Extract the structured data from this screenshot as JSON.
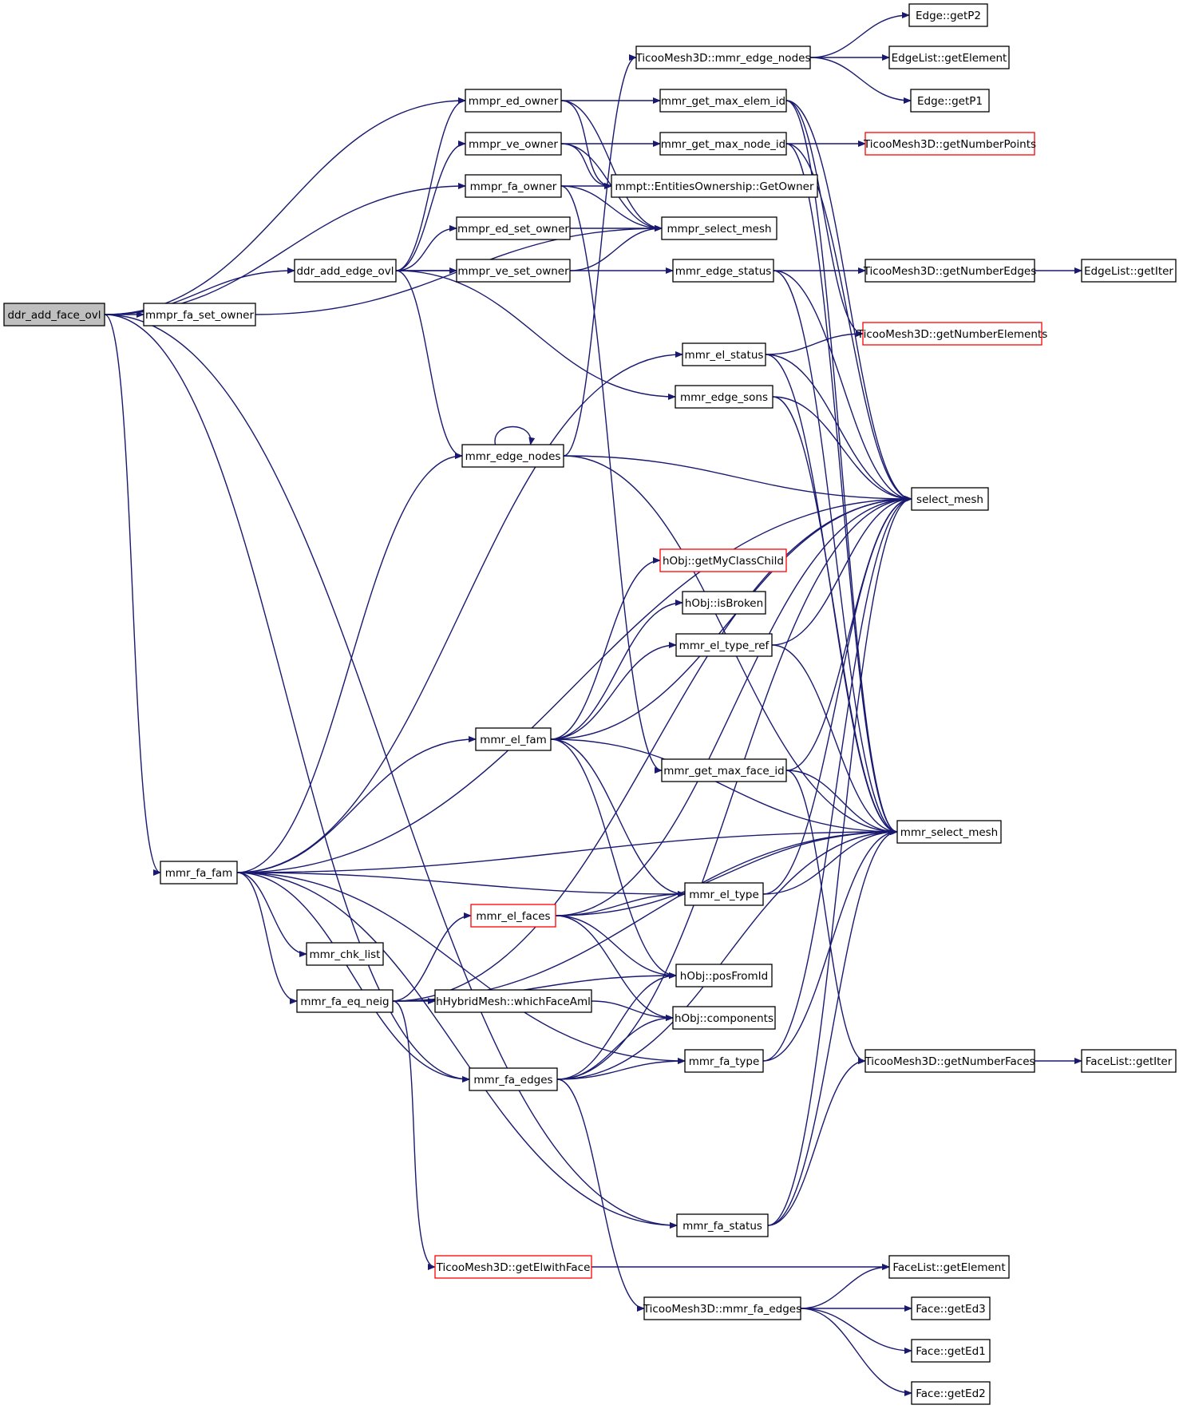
{
  "colors": {
    "edge": "#191970",
    "node_border": "#000000",
    "node_border_truncated": "#ff0000",
    "node_fill": "#ffffff",
    "root_fill": "#bfbfbf",
    "text": "#000000"
  },
  "nodes": {
    "n_root": {
      "label": "ddr_add_face_ovl",
      "root": true
    },
    "n_mmpr_fa_set_owner": {
      "label": "mmpr_fa_set_owner"
    },
    "n_ddr_add_edge_ovl": {
      "label": "ddr_add_edge_ovl"
    },
    "n_mmpr_ed_owner": {
      "label": "mmpr_ed_owner"
    },
    "n_mmpr_ve_owner": {
      "label": "mmpr_ve_owner"
    },
    "n_mmpr_fa_owner": {
      "label": "mmpr_fa_owner"
    },
    "n_mmpr_ed_set_owner": {
      "label": "mmpr_ed_set_owner"
    },
    "n_mmpr_ve_set_owner": {
      "label": "mmpr_ve_set_owner"
    },
    "n_mmr_edge_nodes": {
      "label": "mmr_edge_nodes"
    },
    "n_mmr_fa_fam": {
      "label": "mmr_fa_fam"
    },
    "n_mmr_chk_list": {
      "label": "mmr_chk_list"
    },
    "n_mmr_fa_eq_neig": {
      "label": "mmr_fa_eq_neig"
    },
    "n_mmr_el_fam": {
      "label": "mmr_el_fam"
    },
    "n_mmr_el_faces": {
      "label": "mmr_el_faces",
      "truncated": true
    },
    "n_hHybridMesh_whichFaceAml": {
      "label": "hHybridMesh::whichFaceAml"
    },
    "n_mmr_fa_edges": {
      "label": "mmr_fa_edges"
    },
    "n_getElwithFace": {
      "label": "TicooMesh3D::getElwithFace",
      "truncated": true
    },
    "n_T_mmr_edge_nodes": {
      "label": "TicooMesh3D::mmr_edge_nodes"
    },
    "n_mmr_get_max_elem_id": {
      "label": "mmr_get_max_elem_id"
    },
    "n_mmr_get_max_node_id": {
      "label": "mmr_get_max_node_id"
    },
    "n_GetOwner": {
      "label": "mmpt::EntitiesOwnership::GetOwner"
    },
    "n_mmpr_select_mesh": {
      "label": "mmpr_select_mesh"
    },
    "n_mmr_edge_status": {
      "label": "mmr_edge_status"
    },
    "n_mmr_el_status": {
      "label": "mmr_el_status"
    },
    "n_mmr_edge_sons": {
      "label": "mmr_edge_sons"
    },
    "n_getMyClassChild": {
      "label": "hObj::getMyClassChild",
      "truncated": true
    },
    "n_isBroken": {
      "label": "hObj::isBroken"
    },
    "n_mmr_el_type_ref": {
      "label": "mmr_el_type_ref"
    },
    "n_mmr_get_max_face_id": {
      "label": "mmr_get_max_face_id"
    },
    "n_mmr_el_type": {
      "label": "mmr_el_type"
    },
    "n_posFromId": {
      "label": "hObj::posFromId"
    },
    "n_components": {
      "label": "hObj::components"
    },
    "n_mmr_fa_type": {
      "label": "mmr_fa_type"
    },
    "n_mmr_fa_status": {
      "label": "mmr_fa_status"
    },
    "n_T_mmr_fa_edges": {
      "label": "TicooMesh3D::mmr_fa_edges"
    },
    "n_Edge_getP2": {
      "label": "Edge::getP2"
    },
    "n_EdgeList_getElement": {
      "label": "EdgeList::getElement"
    },
    "n_Edge_getP1": {
      "label": "Edge::getP1"
    },
    "n_getNumberPoints": {
      "label": "TicooMesh3D::getNumberPoints",
      "truncated": true
    },
    "n_getNumberEdges": {
      "label": "TicooMesh3D::getNumberEdges"
    },
    "n_getNumberElements": {
      "label": "TicooMesh3D::getNumberElements",
      "truncated": true
    },
    "n_select_mesh": {
      "label": "select_mesh"
    },
    "n_mmr_select_mesh": {
      "label": "mmr_select_mesh"
    },
    "n_getNumberFaces": {
      "label": "TicooMesh3D::getNumberFaces"
    },
    "n_FaceList_getElement": {
      "label": "FaceList::getElement"
    },
    "n_Face_getEd3": {
      "label": "Face::getEd3"
    },
    "n_Face_getEd1": {
      "label": "Face::getEd1"
    },
    "n_Face_getEd2": {
      "label": "Face::getEd2"
    },
    "n_EdgeList_getIter": {
      "label": "EdgeList::getIter"
    },
    "n_FaceList_getIter": {
      "label": "FaceList::getIter"
    }
  },
  "edges": [
    [
      "n_root",
      "n_mmpr_fa_set_owner"
    ],
    [
      "n_root",
      "n_ddr_add_edge_ovl"
    ],
    [
      "n_root",
      "n_mmpr_ed_owner"
    ],
    [
      "n_root",
      "n_mmpr_fa_owner"
    ],
    [
      "n_root",
      "n_mmr_fa_fam"
    ],
    [
      "n_root",
      "n_mmr_fa_edges"
    ],
    [
      "n_root",
      "n_mmr_fa_status"
    ],
    [
      "n_mmpr_fa_set_owner",
      "n_mmpr_select_mesh"
    ],
    [
      "n_ddr_add_edge_ovl",
      "n_mmpr_ed_owner"
    ],
    [
      "n_ddr_add_edge_ovl",
      "n_mmpr_ve_owner"
    ],
    [
      "n_ddr_add_edge_ovl",
      "n_mmpr_ed_set_owner"
    ],
    [
      "n_ddr_add_edge_ovl",
      "n_mmpr_ve_set_owner"
    ],
    [
      "n_ddr_add_edge_ovl",
      "n_mmr_edge_nodes"
    ],
    [
      "n_ddr_add_edge_ovl",
      "n_mmr_edge_status"
    ],
    [
      "n_ddr_add_edge_ovl",
      "n_mmr_edge_sons"
    ],
    [
      "n_mmpr_ed_owner",
      "n_mmr_get_max_elem_id"
    ],
    [
      "n_mmpr_ed_owner",
      "n_GetOwner"
    ],
    [
      "n_mmpr_ed_owner",
      "n_mmpr_select_mesh"
    ],
    [
      "n_mmpr_ve_owner",
      "n_mmr_get_max_node_id"
    ],
    [
      "n_mmpr_ve_owner",
      "n_GetOwner"
    ],
    [
      "n_mmpr_ve_owner",
      "n_mmpr_select_mesh"
    ],
    [
      "n_mmpr_fa_owner",
      "n_GetOwner"
    ],
    [
      "n_mmpr_fa_owner",
      "n_mmpr_select_mesh"
    ],
    [
      "n_mmpr_fa_owner",
      "n_mmr_get_max_face_id"
    ],
    [
      "n_mmpr_ed_set_owner",
      "n_mmpr_select_mesh"
    ],
    [
      "n_mmpr_ve_set_owner",
      "n_mmpr_select_mesh"
    ],
    [
      "n_mmr_edge_nodes",
      "n_mmr_edge_nodes"
    ],
    [
      "n_mmr_edge_nodes",
      "n_T_mmr_edge_nodes"
    ],
    [
      "n_mmr_edge_nodes",
      "n_select_mesh"
    ],
    [
      "n_mmr_edge_nodes",
      "n_mmr_select_mesh"
    ],
    [
      "n_mmr_fa_fam",
      "n_mmr_edge_nodes"
    ],
    [
      "n_mmr_fa_fam",
      "n_mmr_el_status"
    ],
    [
      "n_mmr_fa_fam",
      "n_select_mesh"
    ],
    [
      "n_mmr_fa_fam",
      "n_mmr_el_fam"
    ],
    [
      "n_mmr_fa_fam",
      "n_mmr_el_type"
    ],
    [
      "n_mmr_fa_fam",
      "n_mmr_chk_list"
    ],
    [
      "n_mmr_fa_fam",
      "n_mmr_fa_eq_neig"
    ],
    [
      "n_mmr_fa_fam",
      "n_mmr_fa_type"
    ],
    [
      "n_mmr_fa_fam",
      "n_mmr_fa_edges"
    ],
    [
      "n_mmr_fa_fam",
      "n_mmr_fa_status"
    ],
    [
      "n_mmr_fa_fam",
      "n_mmr_select_mesh"
    ],
    [
      "n_mmr_fa_eq_neig",
      "n_mmr_el_faces"
    ],
    [
      "n_mmr_fa_eq_neig",
      "n_hHybridMesh_whichFaceAml"
    ],
    [
      "n_mmr_fa_eq_neig",
      "n_posFromId"
    ],
    [
      "n_mmr_fa_eq_neig",
      "n_getElwithFace"
    ],
    [
      "n_mmr_fa_eq_neig",
      "n_select_mesh"
    ],
    [
      "n_mmr_fa_eq_neig",
      "n_mmr_select_mesh"
    ],
    [
      "n_mmr_el_fam",
      "n_getMyClassChild"
    ],
    [
      "n_mmr_el_fam",
      "n_isBroken"
    ],
    [
      "n_mmr_el_fam",
      "n_mmr_el_type_ref"
    ],
    [
      "n_mmr_el_fam",
      "n_select_mesh"
    ],
    [
      "n_mmr_el_fam",
      "n_mmr_el_type"
    ],
    [
      "n_mmr_el_fam",
      "n_posFromId"
    ],
    [
      "n_mmr_el_fam",
      "n_mmr_select_mesh"
    ],
    [
      "n_mmr_el_faces",
      "n_mmr_el_type"
    ],
    [
      "n_mmr_el_faces",
      "n_posFromId"
    ],
    [
      "n_mmr_el_faces",
      "n_components"
    ],
    [
      "n_mmr_el_faces",
      "n_mmr_select_mesh"
    ],
    [
      "n_mmr_el_faces",
      "n_select_mesh"
    ],
    [
      "n_hHybridMesh_whichFaceAml",
      "n_components"
    ],
    [
      "n_mmr_fa_edges",
      "n_posFromId"
    ],
    [
      "n_mmr_fa_edges",
      "n_components"
    ],
    [
      "n_mmr_fa_edges",
      "n_mmr_fa_type"
    ],
    [
      "n_mmr_fa_edges",
      "n_select_mesh"
    ],
    [
      "n_mmr_fa_edges",
      "n_mmr_select_mesh"
    ],
    [
      "n_mmr_fa_edges",
      "n_T_mmr_fa_edges"
    ],
    [
      "n_getElwithFace",
      "n_FaceList_getElement"
    ],
    [
      "n_T_mmr_edge_nodes",
      "n_Edge_getP2"
    ],
    [
      "n_T_mmr_edge_nodes",
      "n_EdgeList_getElement"
    ],
    [
      "n_T_mmr_edge_nodes",
      "n_Edge_getP1"
    ],
    [
      "n_mmr_get_max_elem_id",
      "n_getNumberElements"
    ],
    [
      "n_mmr_get_max_elem_id",
      "n_select_mesh"
    ],
    [
      "n_mmr_get_max_elem_id",
      "n_mmr_select_mesh"
    ],
    [
      "n_mmr_get_max_node_id",
      "n_getNumberPoints"
    ],
    [
      "n_mmr_get_max_node_id",
      "n_select_mesh"
    ],
    [
      "n_mmr_get_max_node_id",
      "n_mmr_select_mesh"
    ],
    [
      "n_mmr_edge_status",
      "n_getNumberEdges"
    ],
    [
      "n_mmr_edge_status",
      "n_select_mesh"
    ],
    [
      "n_mmr_edge_status",
      "n_mmr_select_mesh"
    ],
    [
      "n_mmr_el_status",
      "n_getNumberElements"
    ],
    [
      "n_mmr_el_status",
      "n_select_mesh"
    ],
    [
      "n_mmr_el_status",
      "n_mmr_select_mesh"
    ],
    [
      "n_mmr_edge_sons",
      "n_select_mesh"
    ],
    [
      "n_mmr_edge_sons",
      "n_mmr_select_mesh"
    ],
    [
      "n_mmr_el_type_ref",
      "n_select_mesh"
    ],
    [
      "n_mmr_el_type_ref",
      "n_mmr_select_mesh"
    ],
    [
      "n_mmr_get_max_face_id",
      "n_getNumberFaces"
    ],
    [
      "n_mmr_get_max_face_id",
      "n_select_mesh"
    ],
    [
      "n_mmr_get_max_face_id",
      "n_mmr_select_mesh"
    ],
    [
      "n_mmr_el_type",
      "n_select_mesh"
    ],
    [
      "n_mmr_el_type",
      "n_mmr_select_mesh"
    ],
    [
      "n_mmr_fa_type",
      "n_select_mesh"
    ],
    [
      "n_mmr_fa_type",
      "n_mmr_select_mesh"
    ],
    [
      "n_mmr_fa_status",
      "n_select_mesh"
    ],
    [
      "n_mmr_fa_status",
      "n_mmr_select_mesh"
    ],
    [
      "n_mmr_fa_status",
      "n_getNumberFaces"
    ],
    [
      "n_T_mmr_fa_edges",
      "n_FaceList_getElement"
    ],
    [
      "n_T_mmr_fa_edges",
      "n_Face_getEd3"
    ],
    [
      "n_T_mmr_fa_edges",
      "n_Face_getEd1"
    ],
    [
      "n_T_mmr_fa_edges",
      "n_Face_getEd2"
    ],
    [
      "n_getNumberEdges",
      "n_EdgeList_getIter"
    ],
    [
      "n_getNumberFaces",
      "n_FaceList_getIter"
    ]
  ]
}
